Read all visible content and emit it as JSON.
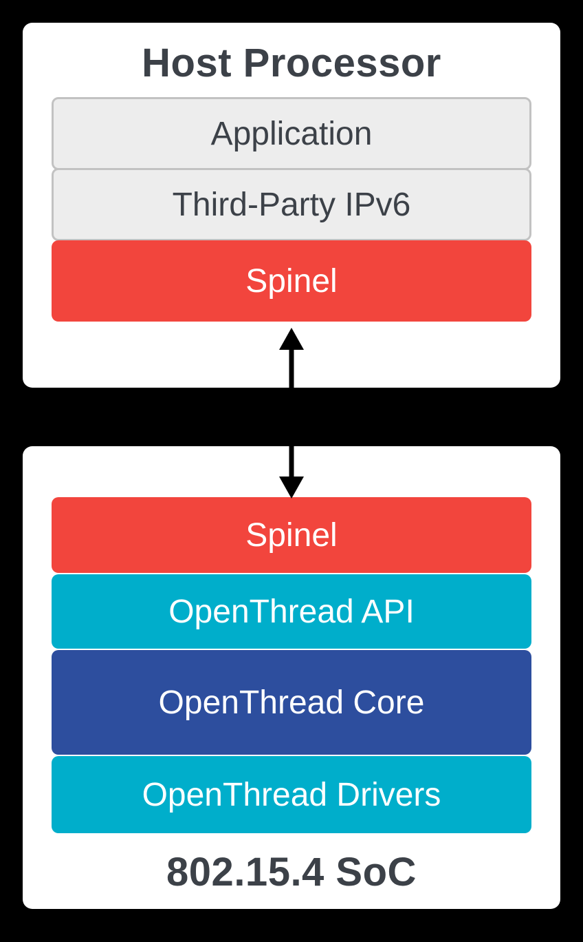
{
  "host_box": {
    "title": "Host Processor",
    "layers": {
      "application": "Application",
      "ipv6": "Third-Party IPv6",
      "spinel": "Spinel"
    }
  },
  "soc_box": {
    "title": "802.15.4 SoC",
    "layers": {
      "spinel": "Spinel",
      "api": "OpenThread API",
      "core": "OpenThread Core",
      "drivers": "OpenThread Drivers"
    }
  },
  "connector": {
    "type": "bidirectional-arrow"
  },
  "colors": {
    "spinel_red": "#F2453D",
    "openthread_cyan": "#00AECB",
    "openthread_blue": "#2D4E9E",
    "layer_gray": "#EDEDED",
    "gray_border": "#C2C2C2",
    "text_dark": "#3C4148",
    "canvas_black": "#000000",
    "box_white": "#FFFFFF"
  }
}
